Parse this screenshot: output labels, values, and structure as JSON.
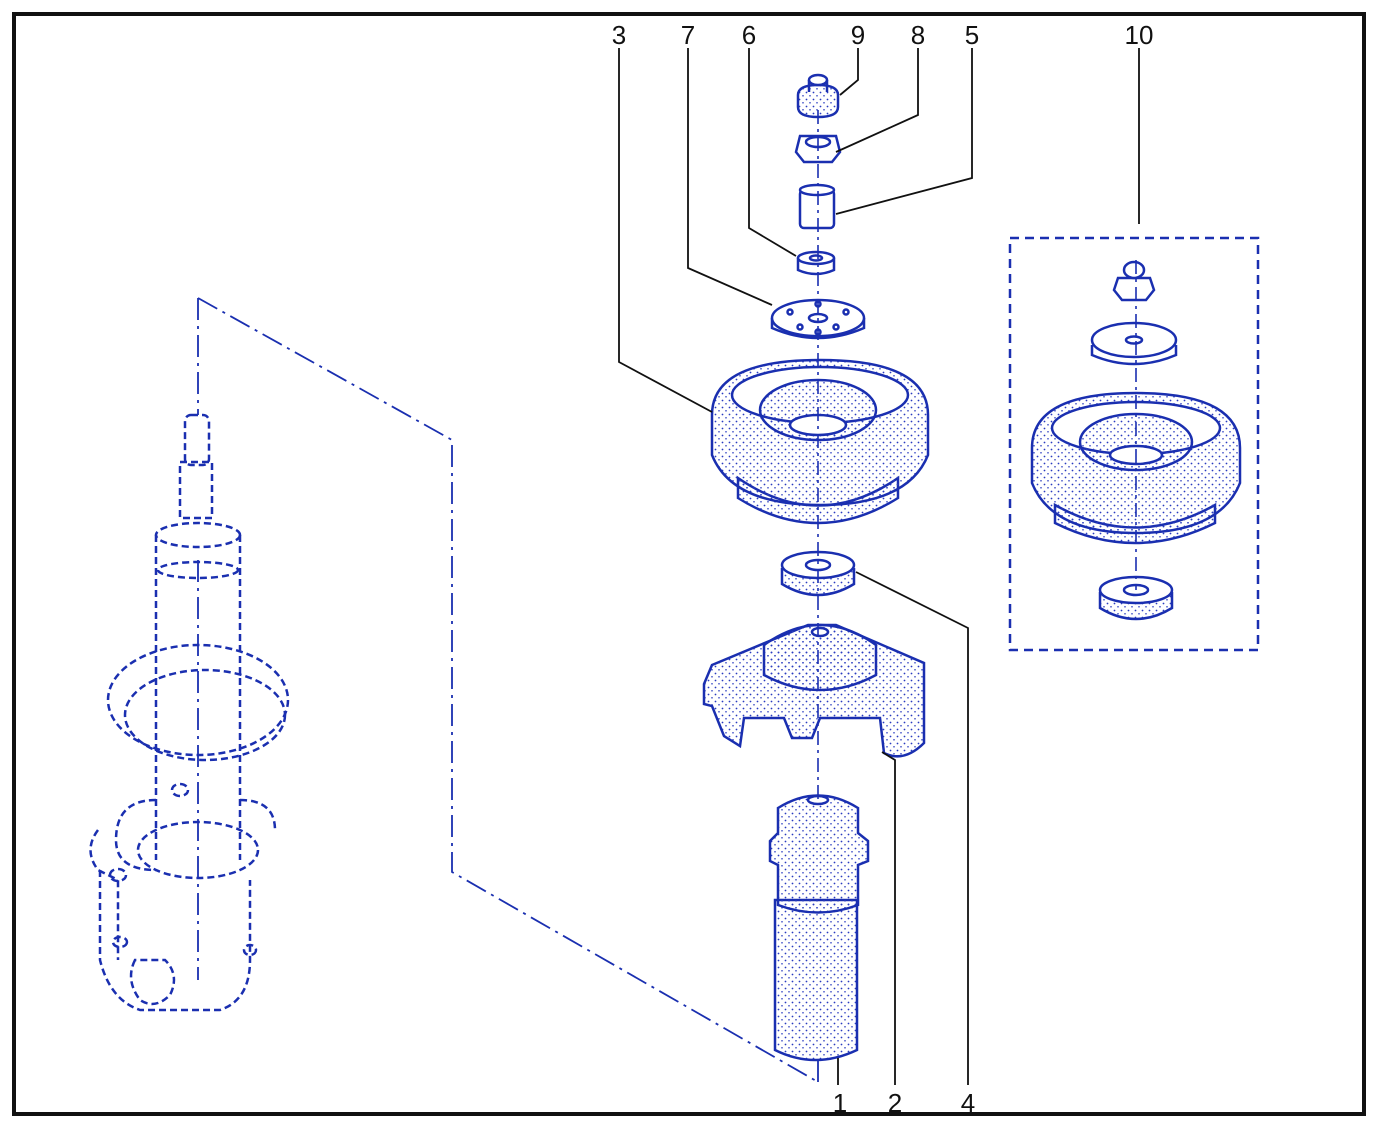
{
  "colors": {
    "ink": "#1a2fb0",
    "frame": "#111111",
    "stipple": "#2a3cc0",
    "background": "#ffffff"
  },
  "callouts": [
    "1",
    "2",
    "3",
    "4",
    "5",
    "6",
    "7",
    "8",
    "9",
    "10"
  ]
}
